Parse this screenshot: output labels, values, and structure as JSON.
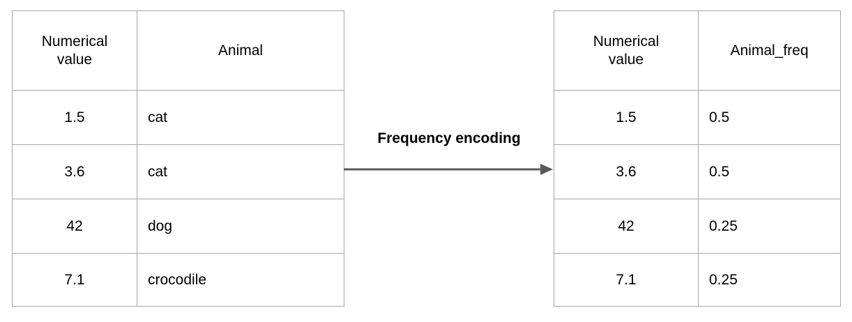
{
  "diagram": {
    "title_label": "Frequency encoding",
    "arrow": {
      "name": "transformation-arrow",
      "direction": "right",
      "color": "#595959"
    },
    "border_color": "#a6a6a6",
    "source_table": {
      "name": "source-table",
      "headers": [
        "Numerical value",
        "Animal"
      ],
      "header_lines": [
        [
          "Numerical",
          "value"
        ],
        [
          "Animal"
        ]
      ],
      "rows": [
        {
          "value": "1.5",
          "animal": "cat"
        },
        {
          "value": "3.6",
          "animal": "cat"
        },
        {
          "value": "42",
          "animal": "dog"
        },
        {
          "value": "7.1",
          "animal": "crocodile"
        }
      ]
    },
    "encoded_table": {
      "name": "encoded-table",
      "headers": [
        "Numerical value",
        "Animal_freq"
      ],
      "header_lines": [
        [
          "Numerical",
          "value"
        ],
        [
          "Animal_freq"
        ]
      ],
      "rows": [
        {
          "value": "1.5",
          "freq": "0.5"
        },
        {
          "value": "3.6",
          "freq": "0.5"
        },
        {
          "value": "42",
          "freq": "0.25"
        },
        {
          "value": "7.1",
          "freq": "0.25"
        }
      ]
    }
  }
}
